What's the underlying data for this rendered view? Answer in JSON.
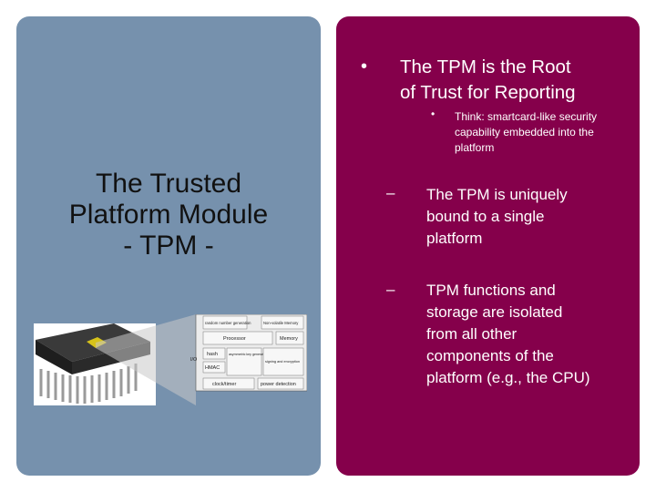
{
  "left_panel": {
    "title_lines": [
      "The Trusted",
      "Platform Module",
      "- TPM -"
    ],
    "diagram": {
      "blocks": [
        "random number generation",
        "Non-volatile Memory",
        "Processor",
        "Memory",
        "hash",
        "asymmetric key generation",
        "signing and encryption",
        "HMAC",
        "clock/timer",
        "power detection"
      ],
      "io_label": "I/O"
    },
    "colors": {
      "background": "#7691ad"
    }
  },
  "right_panel": {
    "colors": {
      "background": "#85004b",
      "text": "#ffffff"
    },
    "bullet_symbol": "•",
    "dash_symbol": "–",
    "main_point_lines": [
      "The TPM is the Root",
      "of Trust for Reporting"
    ],
    "sub_point_lines": [
      "Think: smartcard-like security",
      "capability embedded into the",
      "platform"
    ],
    "dash_items": [
      {
        "lines": [
          "The TPM is uniquely",
          "bound to a single",
          "platform"
        ]
      },
      {
        "lines": [
          "TPM functions and",
          "storage are isolated",
          "from all other",
          "components of the",
          "platform (e.g., the CPU)"
        ]
      }
    ]
  }
}
